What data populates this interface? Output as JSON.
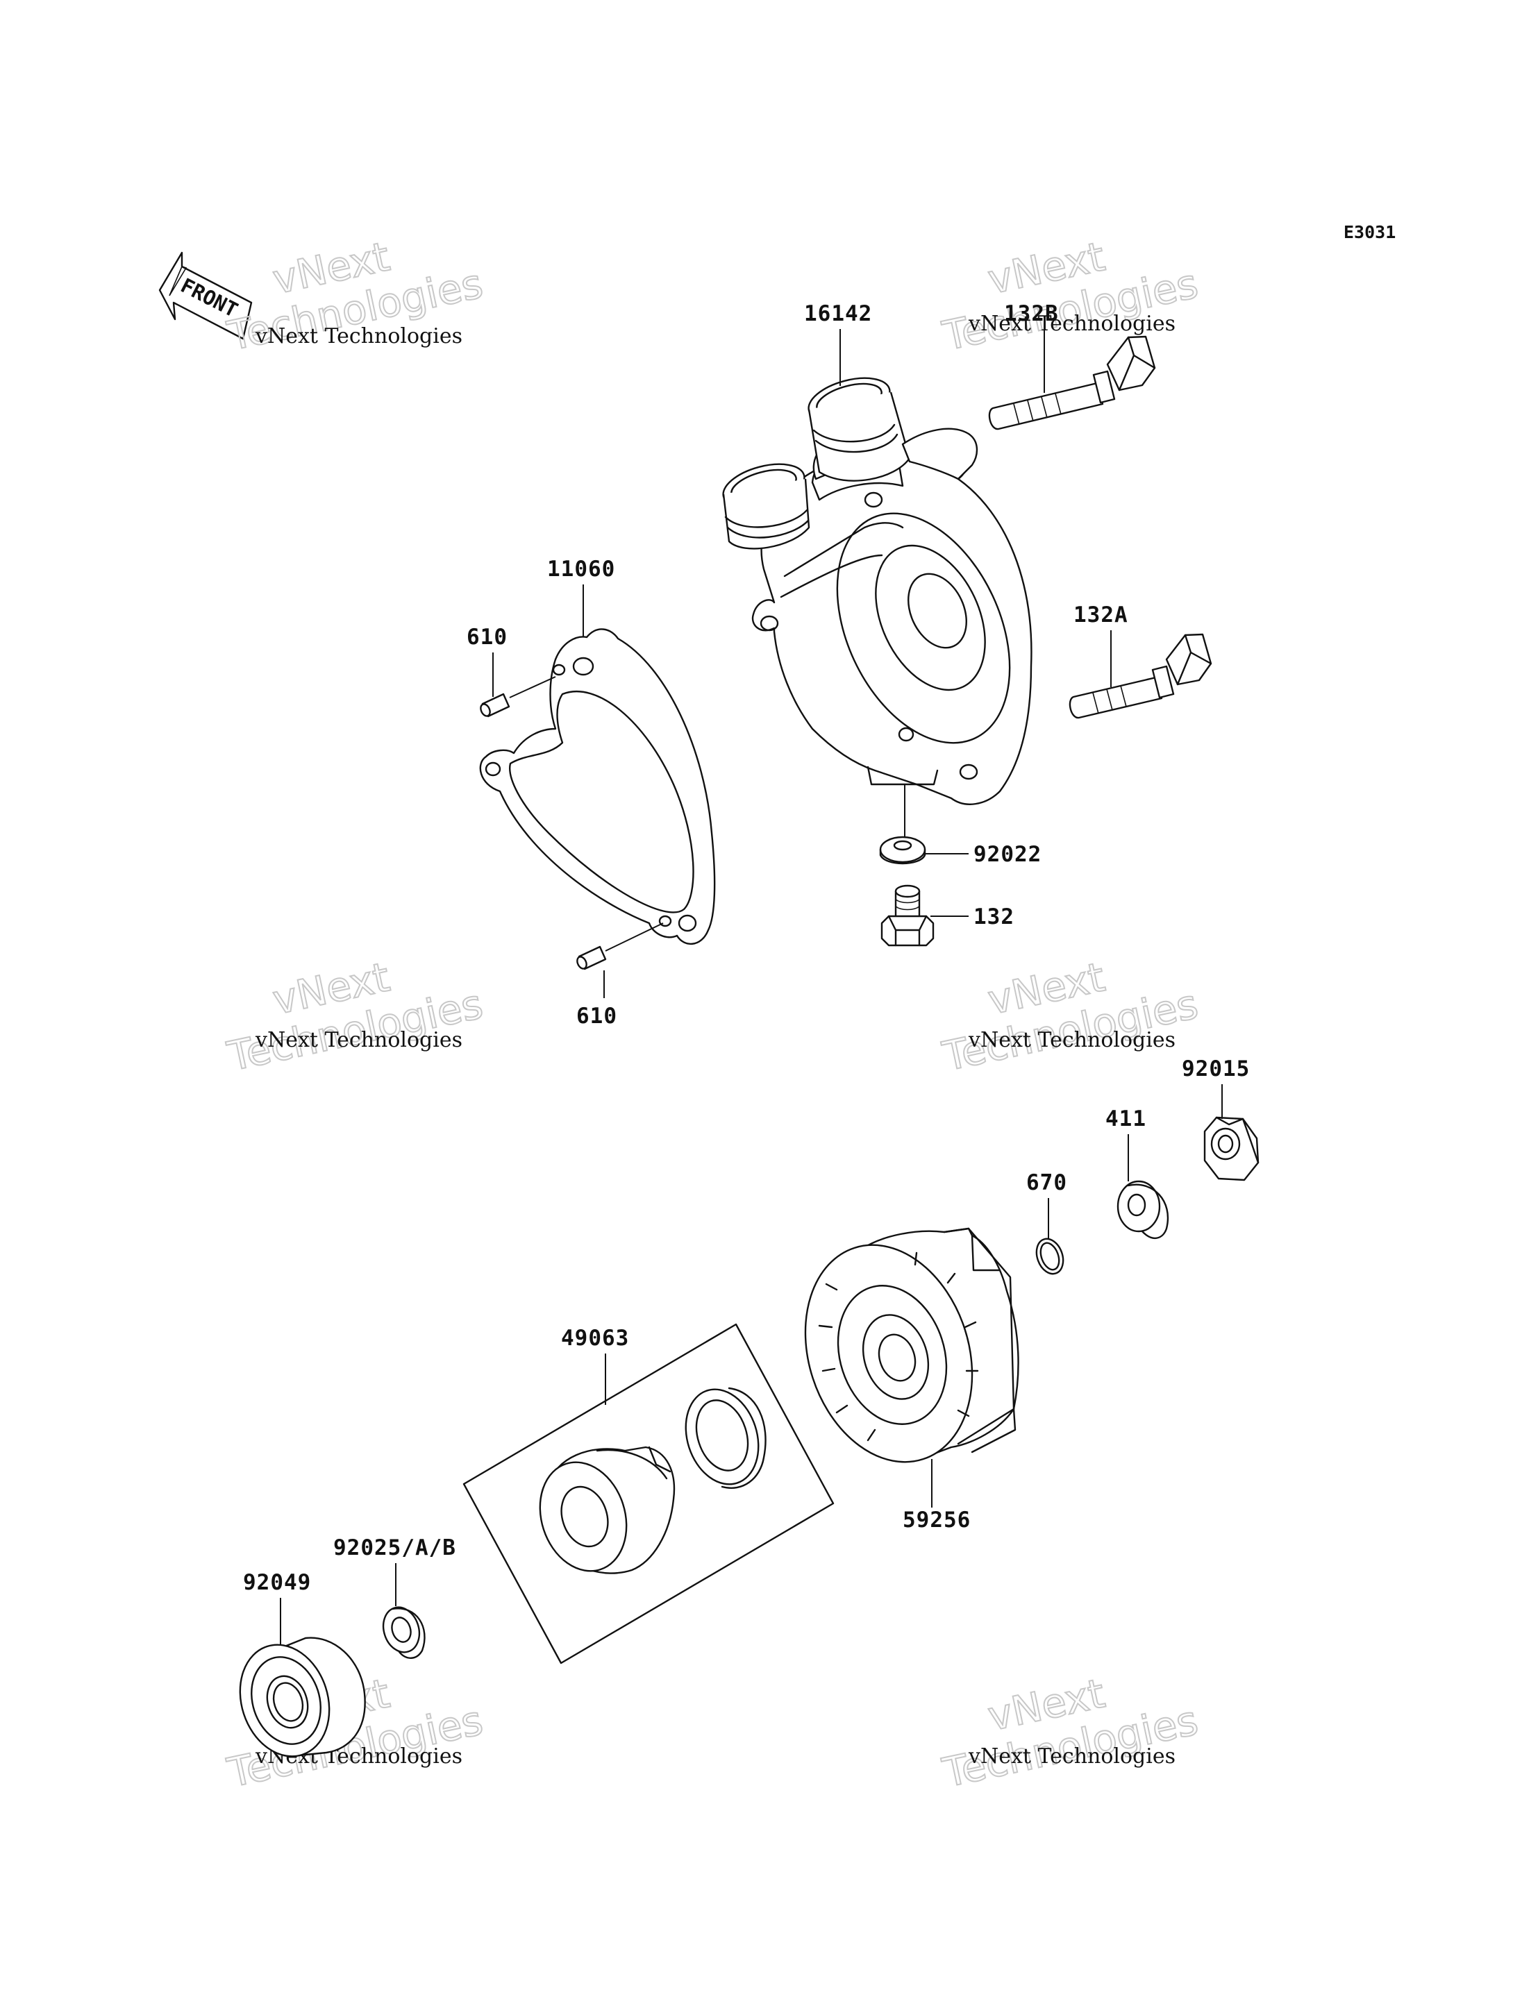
{
  "diagram_code": "E3031",
  "front_arrow_label": "FRONT",
  "watermark": {
    "small": "vNext Technologies",
    "big_line1": "vNext",
    "big_line2": "Technologies"
  },
  "part_labels": {
    "p16142": "16142",
    "p132b": "132B",
    "p11060": "11060",
    "p610_top": "610",
    "p132a": "132A",
    "p92022": "92022",
    "p132": "132",
    "p610_bottom": "610",
    "p92015": "92015",
    "p411": "411",
    "p670": "670",
    "p49063": "49063",
    "p59256": "59256",
    "p92025": "92025/A/B",
    "p92049": "92049"
  }
}
